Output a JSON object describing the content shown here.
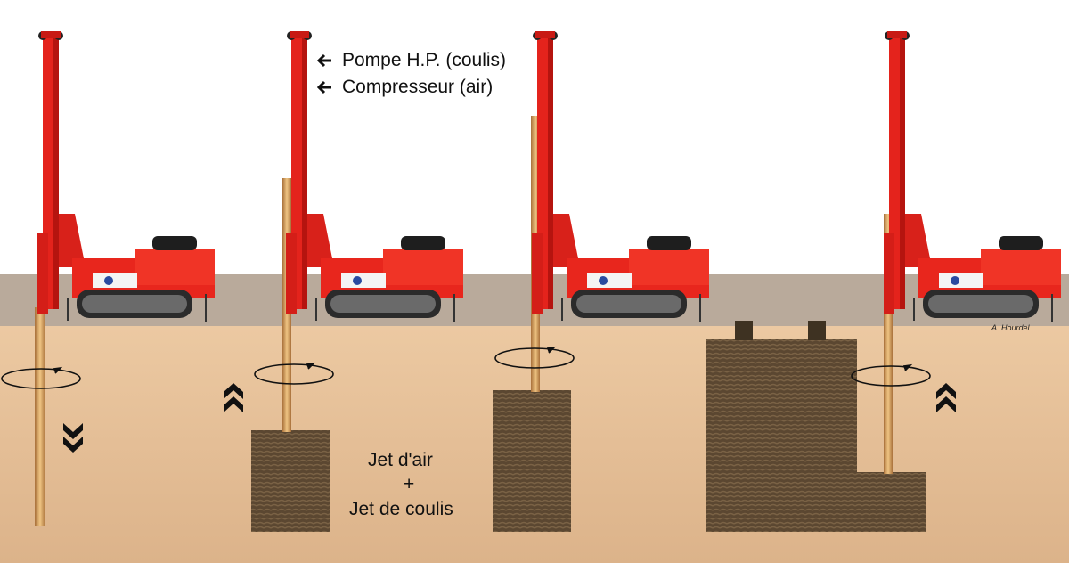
{
  "labels": {
    "pump": "Pompe H.P. (coulis)",
    "compressor": "Compresseur (air)",
    "jet_air": "Jet d'air",
    "plus": "+",
    "jet_grout": "Jet de coulis"
  },
  "signature": "A. Hourdel",
  "icons": [
    "left-arrow-icon",
    "rotation-arrow-icon",
    "double-chevron-down-icon",
    "double-chevron-up-icon"
  ],
  "colors": {
    "rig": "#e8231d",
    "soil": "#e3bd95",
    "surface": "#b9aa9b",
    "column": "#5a4630",
    "rod": "#d9a05a"
  }
}
